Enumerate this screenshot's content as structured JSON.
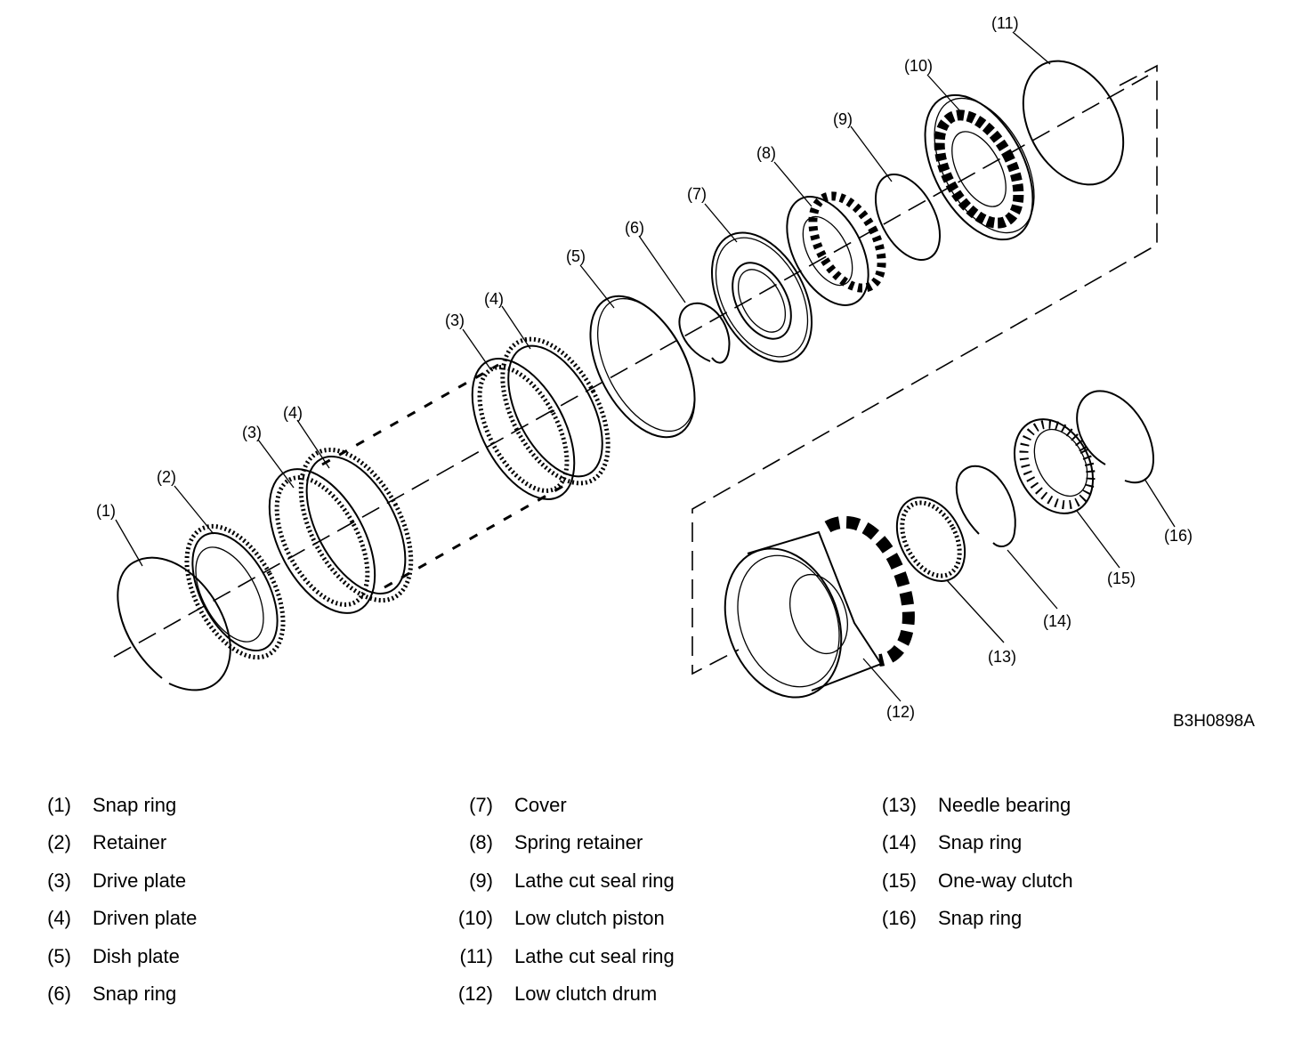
{
  "figure_code": "B3H0898A",
  "callouts": {
    "c1": "(1)",
    "c2": "(2)",
    "c3a": "(3)",
    "c3b": "(3)",
    "c4a": "(4)",
    "c4b": "(4)",
    "c5": "(5)",
    "c6": "(6)",
    "c7": "(7)",
    "c8": "(8)",
    "c9": "(9)",
    "c10": "(10)",
    "c11": "(11)",
    "c12": "(12)",
    "c13": "(13)",
    "c14": "(14)",
    "c15": "(15)",
    "c16": "(16)"
  },
  "legend": {
    "columns": [
      [
        {
          "num": "(1)",
          "name": "Snap ring"
        },
        {
          "num": "(2)",
          "name": "Retainer"
        },
        {
          "num": "(3)",
          "name": "Drive plate"
        },
        {
          "num": "(4)",
          "name": "Driven plate"
        },
        {
          "num": "(5)",
          "name": "Dish plate"
        },
        {
          "num": "(6)",
          "name": "Snap ring"
        }
      ],
      [
        {
          "num": "(7)",
          "name": "Cover"
        },
        {
          "num": "(8)",
          "name": "Spring retainer"
        },
        {
          "num": "(9)",
          "name": "Lathe cut seal ring"
        },
        {
          "num": "(10)",
          "name": "Low clutch piston"
        },
        {
          "num": "(11)",
          "name": "Lathe cut seal ring"
        },
        {
          "num": "(12)",
          "name": "Low clutch drum"
        }
      ],
      [
        {
          "num": "(13)",
          "name": "Needle bearing"
        },
        {
          "num": "(14)",
          "name": "Snap ring"
        },
        {
          "num": "(15)",
          "name": "One-way clutch"
        },
        {
          "num": "(16)",
          "name": "Snap ring"
        }
      ]
    ]
  }
}
